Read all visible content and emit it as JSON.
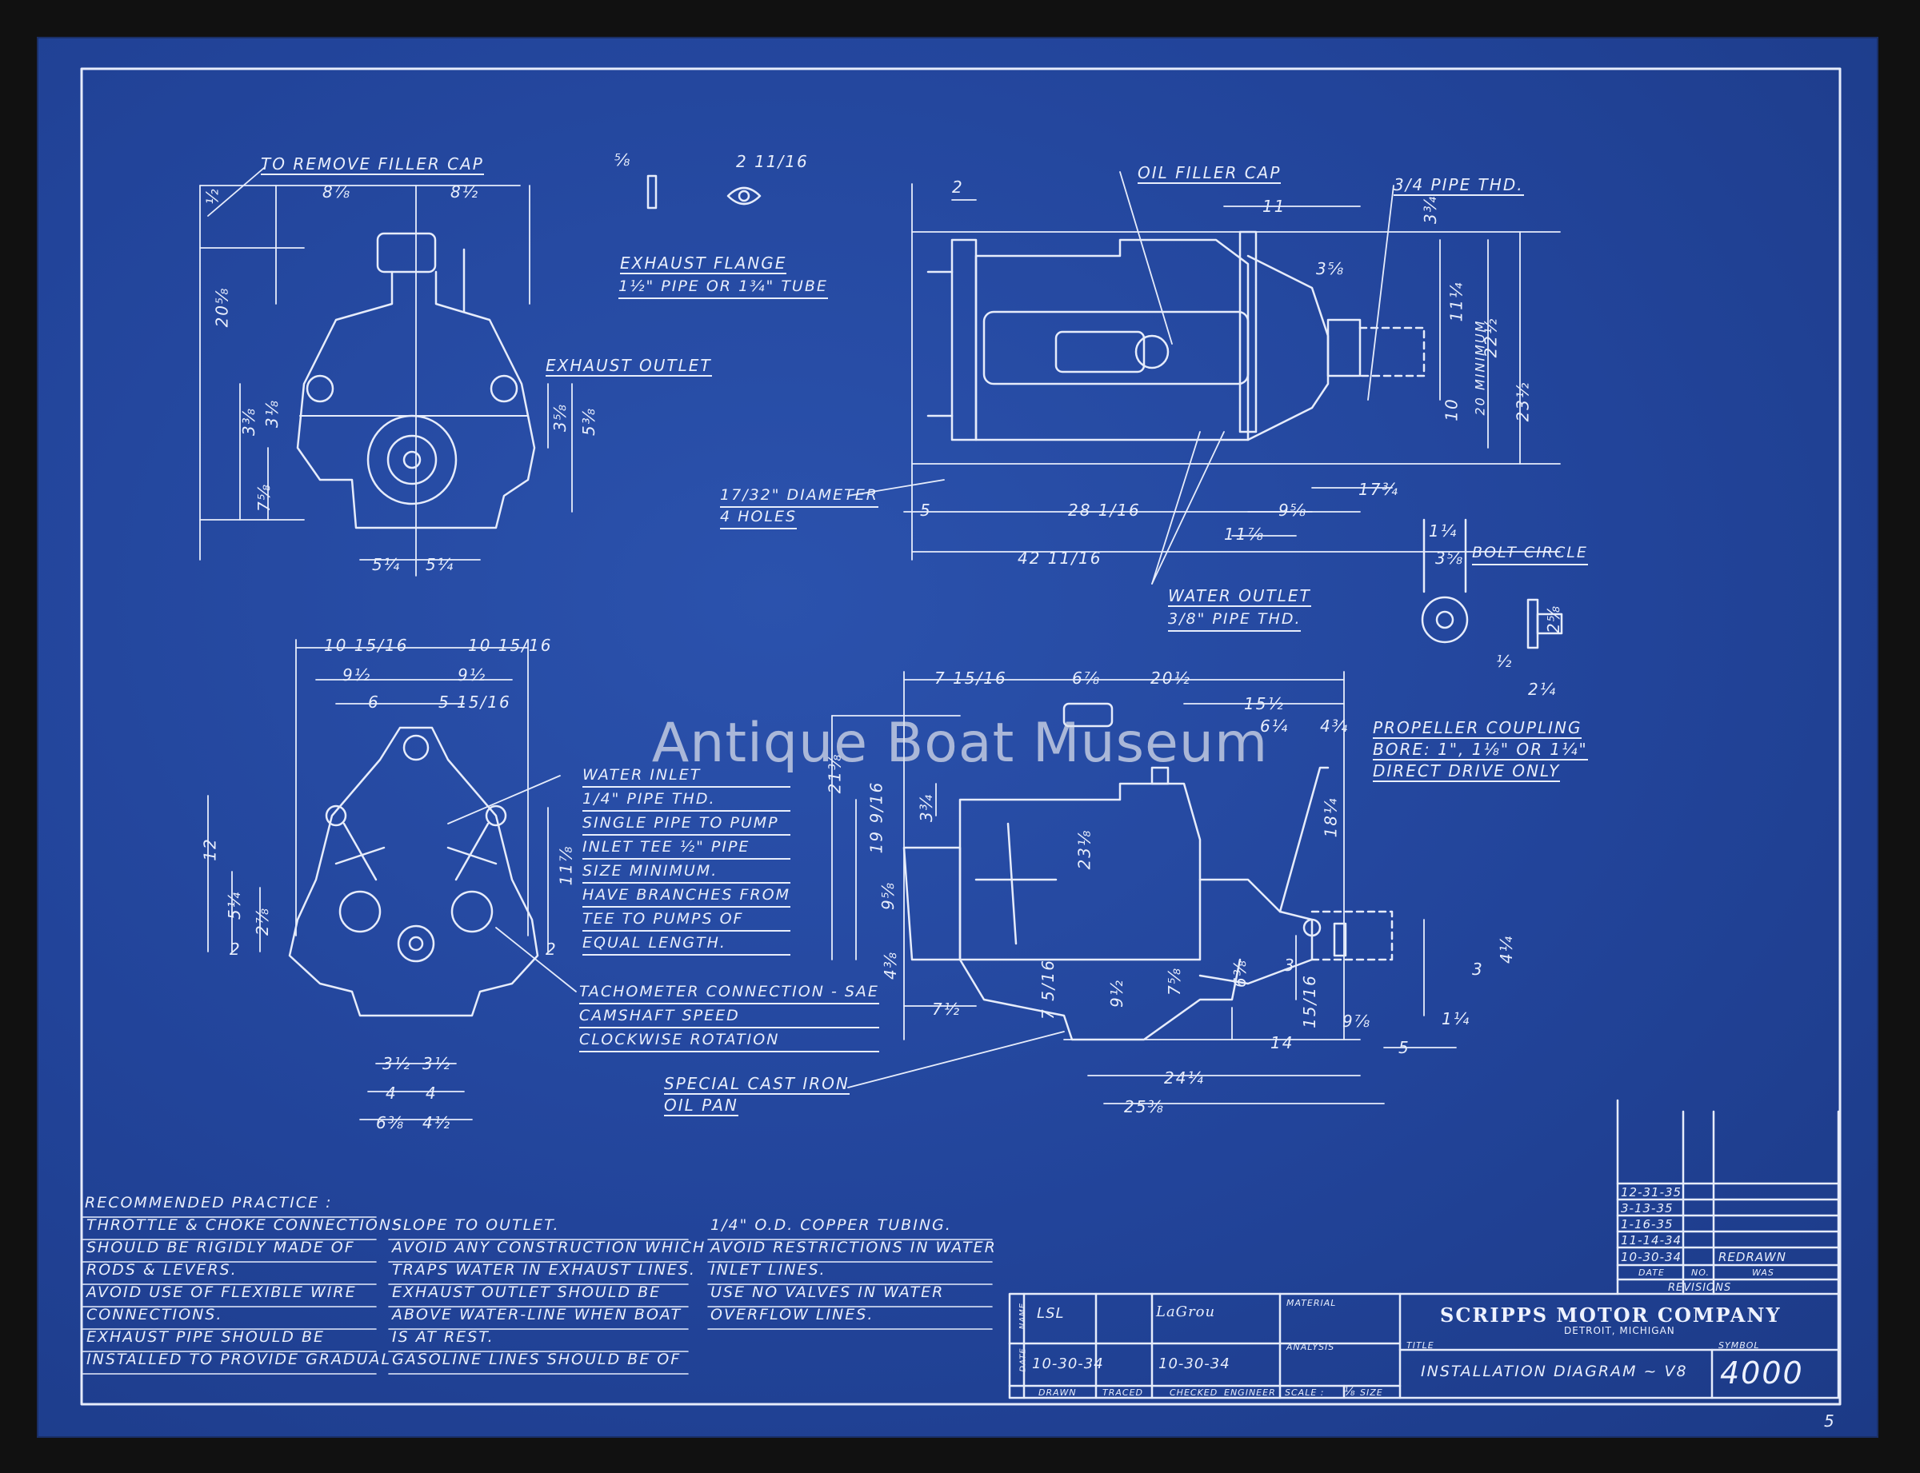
{
  "watermark": "Antique Boat Museum",
  "labels": {
    "remove_filler_cap": "TO REMOVE FILLER CAP",
    "exhaust_outlet": "EXHAUST OUTLET",
    "exhaust_flange_1": "EXHAUST FLANGE",
    "exhaust_flange_2": "1½\" PIPE OR 1¾\" TUBE",
    "oil_filler_cap": "OIL FILLER CAP",
    "pipe_thd": "3/4 PIPE THD.",
    "diameter_1": "17/32\" DIAMETER",
    "diameter_2": "4 HOLES",
    "water_outlet_1": "WATER OUTLET",
    "water_outlet_2": "3/8\" PIPE THD.",
    "bolt_circle": "BOLT CIRCLE",
    "propeller_1": "PROPELLER COUPLING",
    "propeller_2": "BORE: 1\", 1⅛\" OR 1¼\"",
    "propeller_3": "DIRECT DRIVE ONLY",
    "special_cast_1": "SPECIAL CAST IRON",
    "special_cast_2": "OIL PAN"
  },
  "water_inlet_note": [
    "WATER INLET",
    "1/4\" PIPE THD.",
    "SINGLE PIPE TO PUMP",
    "INLET TEE ½\" PIPE",
    "SIZE MINIMUM.",
    "HAVE BRANCHES FROM",
    "TEE TO PUMPS OF",
    "EQUAL LENGTH."
  ],
  "tachometer_note": [
    "TACHOMETER CONNECTION - SAE",
    "CAMSHAFT SPEED",
    "CLOCKWISE ROTATION"
  ],
  "recommended_practice": {
    "heading": "RECOMMENDED PRACTICE :",
    "col1": [
      "THROTTLE & CHOKE CONNECTIONS",
      "SHOULD BE RIGIDLY MADE OF",
      "RODS & LEVERS.",
      "AVOID USE OF FLEXIBLE WIRE",
      "CONNECTIONS.",
      "EXHAUST PIPE SHOULD BE",
      "INSTALLED TO PROVIDE GRADUAL"
    ],
    "col2": [
      "SLOPE TO OUTLET.",
      "AVOID ANY CONSTRUCTION WHICH",
      "TRAPS WATER IN EXHAUST LINES.",
      "EXHAUST OUTLET SHOULD BE",
      "ABOVE WATER-LINE WHEN BOAT",
      "IS AT REST.",
      "GASOLINE LINES SHOULD BE OF"
    ],
    "col3": [
      "1/4\" O.D. COPPER TUBING.",
      "AVOID RESTRICTIONS IN WATER",
      "INLET LINES.",
      "USE NO VALVES IN WATER",
      "OVERFLOW LINES."
    ]
  },
  "dims": {
    "d1": "8⅞",
    "d2": "8½",
    "d3": "20⅝",
    "d4": "½",
    "d5": "3⅜",
    "d6": "3⅛",
    "d7": "7⅝",
    "d8": "5¼",
    "d9": "5¼",
    "d10": "3⅝",
    "d11": "5⅜",
    "d12": "⅝",
    "d13": "2 11/16",
    "d14": "2",
    "d15": "11",
    "d16": "3¾",
    "d17": "3⅝",
    "d18": "11¼",
    "d19": "22½",
    "d20": "23½",
    "d21": "10",
    "d22": "20 MINIMUM",
    "d23": "5",
    "d24": "28 1/16",
    "d25": "9⅝",
    "d26": "11⅞",
    "d27": "17¾",
    "d28": "42 11/16",
    "d29": "1¼",
    "d30": "3⅝",
    "d31": "½",
    "d32": "2¼",
    "d33": "2⅝",
    "d34": "10 15/16",
    "d35": "10 15/16",
    "d36": "9½",
    "d37": "9½",
    "d38": "6",
    "d39": "5 15/16",
    "d40": "12",
    "d41": "11⅞",
    "d42": "5¼",
    "d43": "2⅞",
    "d44": "2",
    "d45": "2",
    "d46": "3½",
    "d47": "3½",
    "d48": "4",
    "d49": "4",
    "d50": "6⅜",
    "d51": "4½",
    "d52": "7 15/16",
    "d53": "6⅞",
    "d54": "20½",
    "d55": "15½",
    "d56": "6¼",
    "d57": "4¾",
    "d58": "21⅜",
    "d59": "19 9/16",
    "d60": "3¾",
    "d61": "23⅛",
    "d62": "18¼",
    "d63": "9⅝",
    "d64": "4⅜",
    "d65": "7 5/16",
    "d66": "7½",
    "d67": "9½",
    "d68": "7⅝",
    "d69": "6⅜",
    "d70": "15/16",
    "d71": "3",
    "d72": "9⅞",
    "d73": "14",
    "d74": "3",
    "d75": "4¼",
    "d76": "1¼",
    "d77": "5",
    "d78": "24¼",
    "d79": "25⅜"
  },
  "revisions": {
    "dates": [
      "12-31-35",
      "3-13-35",
      "1-16-35",
      "11-14-34",
      "10-30-34"
    ],
    "redrawn": "REDRAWN",
    "date_label": "DATE",
    "no_label": "NO.",
    "was_label": "WAS",
    "title": "REVISIONS"
  },
  "title_block": {
    "name_label": "NAME",
    "date_label": "DATE",
    "drawn_name": "LSL",
    "checked_name": "LaGrou",
    "drawn_date": "10-30-34",
    "checked_date": "10-30-34",
    "material_label": "MATERIAL",
    "analysis_label": "ANALYSIS",
    "drawn_label": "DRAWN",
    "traced_label": "TRACED",
    "checked_label": "CHECKED",
    "engineer_label": "ENGINEER",
    "scale_label": "SCALE :",
    "scale_value": "⅛",
    "size_label": "SIZE",
    "title_label": "TITLE",
    "symbol_label": "SYMBOL",
    "company": "SCRIPPS MOTOR COMPANY",
    "city": "DETROIT, MICHIGAN",
    "drawing_title": "INSTALLATION DIAGRAM ~ V8",
    "symbol": "4000"
  },
  "sheet_corner": "5"
}
